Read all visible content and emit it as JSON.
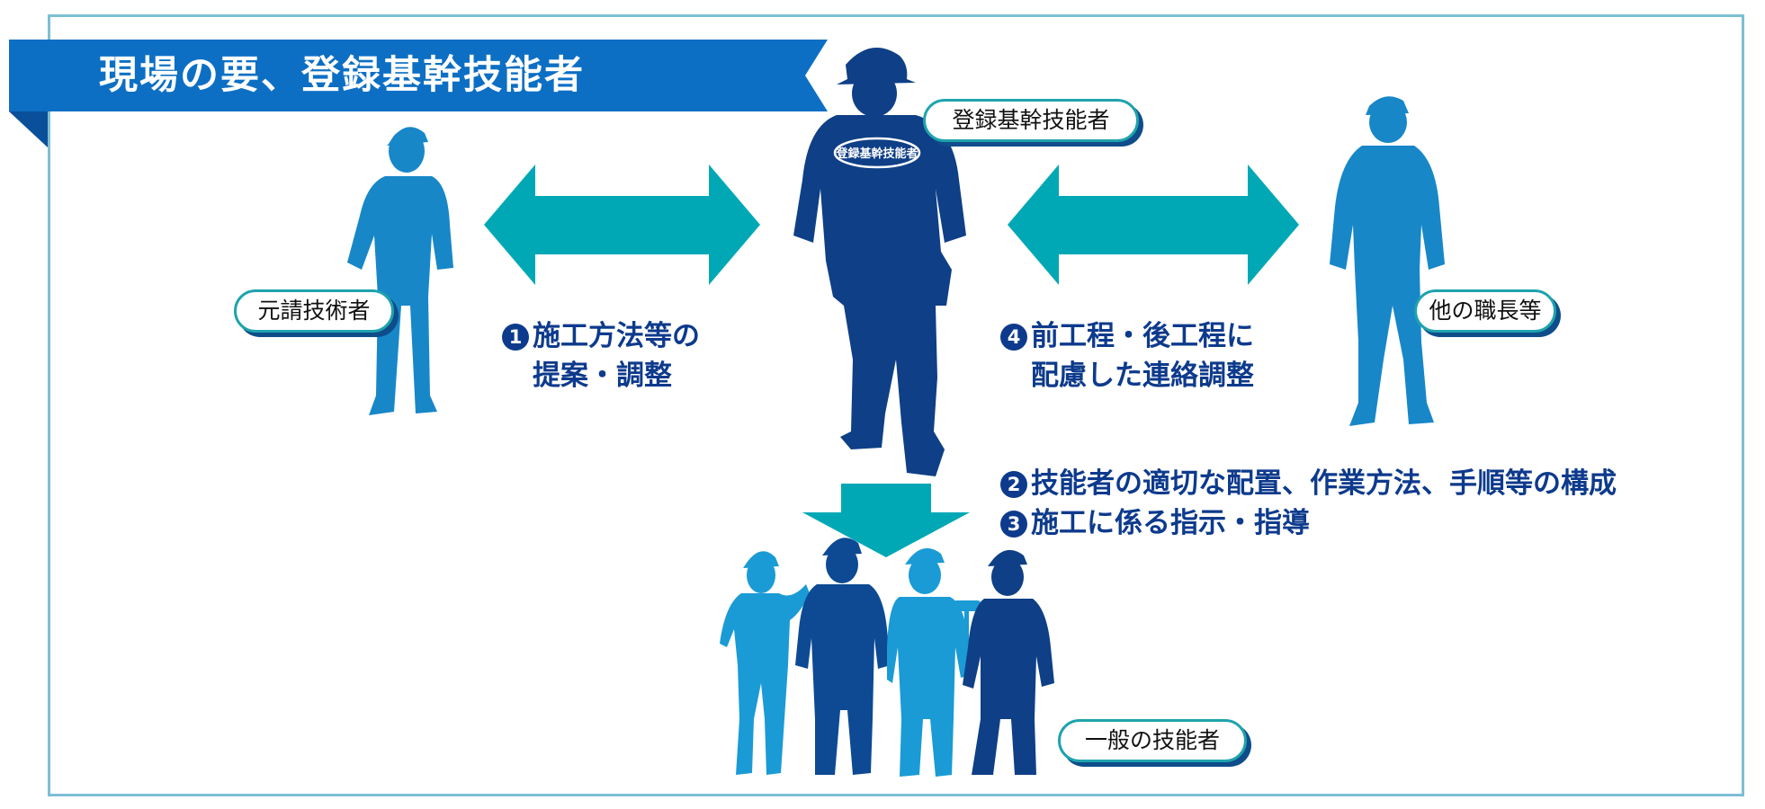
{
  "title": "現場の要、登録基幹技能者",
  "nodes": {
    "core": "登録基幹技能者",
    "prime": "元請技術者",
    "foreman": "他の職長等",
    "workers": "一般の技能者"
  },
  "badge_text": "登録基幹技能者",
  "items": [
    {
      "num": "1",
      "line1": "施工方法等の",
      "line2": "提案・調整"
    },
    {
      "num": "2",
      "text": "技能者の適切な配置、作業方法、手順等の構成"
    },
    {
      "num": "3",
      "text": "施工に係る指示・指導"
    },
    {
      "num": "4",
      "line1": "前工程・後工程に",
      "line2": "配慮した連絡調整"
    }
  ],
  "colors": {
    "banner": "#0d6fc4",
    "banner_dark": "#0a4f9a",
    "frame": "#7cbfd5",
    "arrow": "#00a8b5",
    "core_figure": "#0f3f86",
    "figure_light": "#1787c8",
    "figure_dark": "#0d4a93",
    "text_dark": "#0d3a8c"
  },
  "icons": [
    "worker-silhouette-icon",
    "double-arrow-icon",
    "down-arrow-icon"
  ]
}
